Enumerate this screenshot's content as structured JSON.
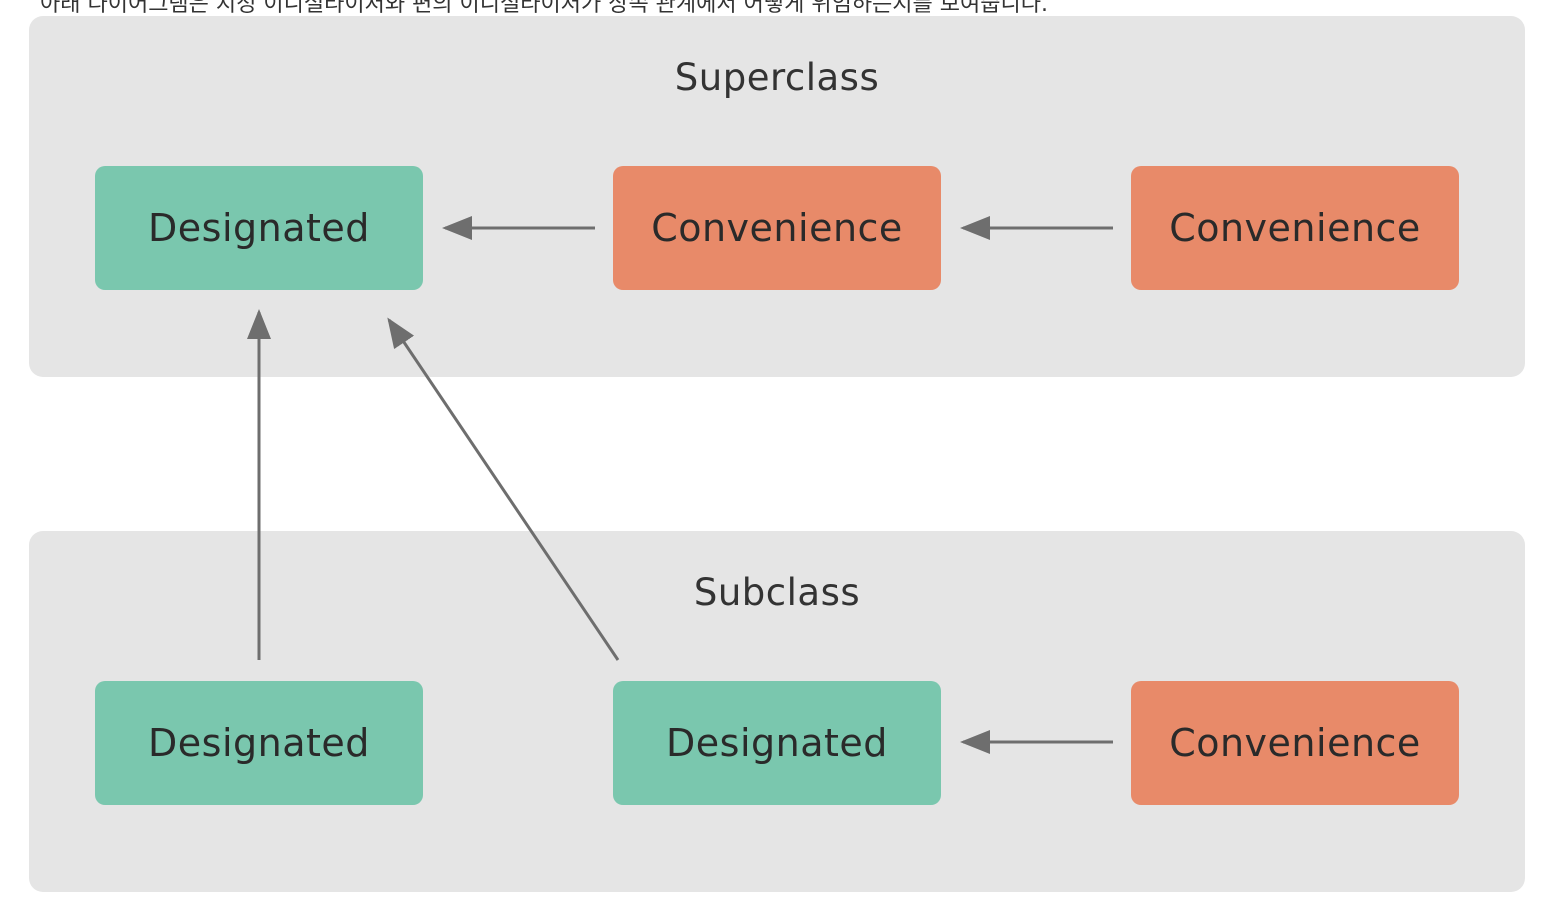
{
  "caption": "아래 다이어그램은 지정 이니셜라이저와 편의 이니셜라이저가 상속 관계에서 어떻게 위임하는지를 보여줍니다.",
  "colors": {
    "panel": "#e5e5e5",
    "designated": "#7ac7ae",
    "convenience": "#e88a69",
    "arrow": "#6e6e6e"
  },
  "superclass": {
    "title": "Superclass",
    "nodes": [
      "Designated",
      "Convenience",
      "Convenience"
    ]
  },
  "subclass": {
    "title": "Subclass",
    "nodes": [
      "Designated",
      "Designated",
      "Convenience"
    ]
  }
}
